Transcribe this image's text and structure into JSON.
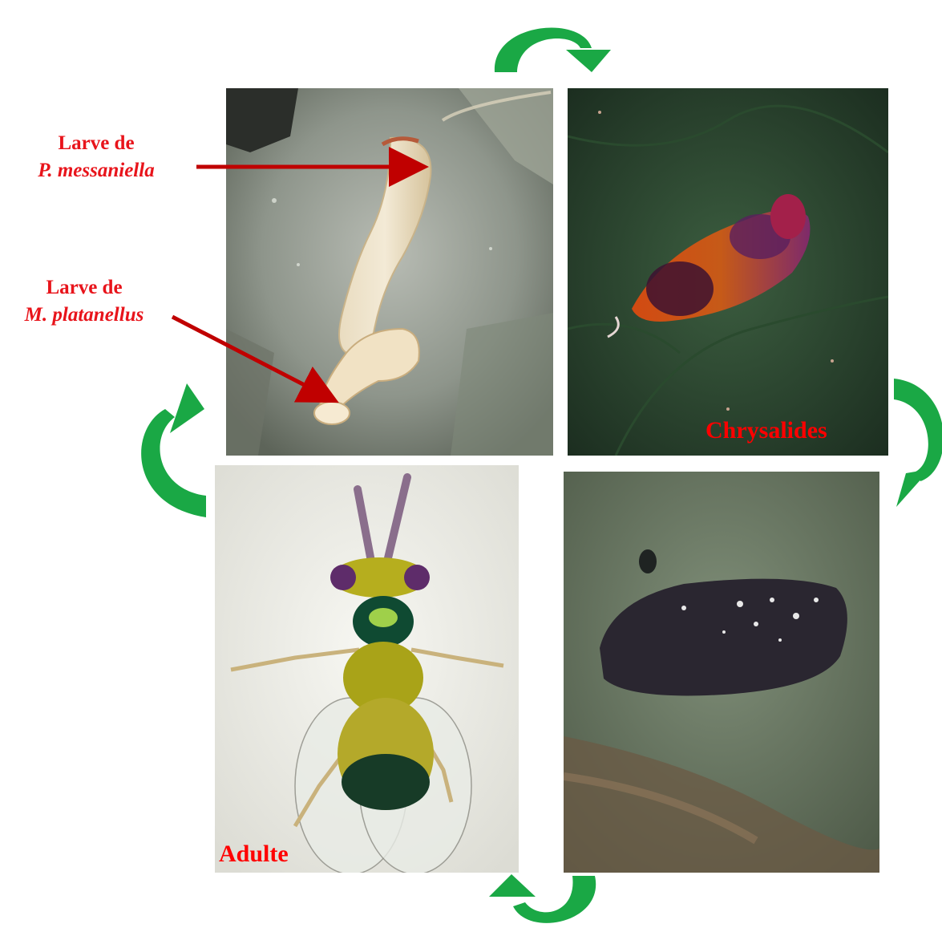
{
  "callouts": {
    "host": {
      "line1": "Larve de",
      "genus": "P.",
      "species": "messaniella"
    },
    "parasitoid": {
      "line1": "Larve de",
      "genus": "M.",
      "species": "platanellus"
    }
  },
  "stage_labels": {
    "pupae": "Chrysalides",
    "adult": "Adulte"
  },
  "icons": {
    "cycle_arrow": "curved-arrow-icon",
    "pointer_arrow": "red-arrow-icon"
  },
  "colors": {
    "label_red": "#ff0000",
    "callout_red": "#e8141b",
    "pointer_arrow": "#c00000",
    "cycle_arrow": "#1aa845"
  }
}
